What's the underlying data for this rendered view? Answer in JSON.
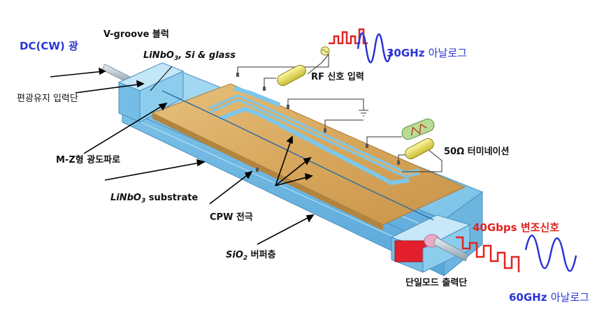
{
  "labels": {
    "dc_light": "DC(CW) 광",
    "vgroove": "V-groove 블럭",
    "block_material_a": "LiNbO",
    "block_material_sub": "3",
    "block_material_b": ", Si & glass",
    "rf_input": "RF 신호 입력",
    "analog_30_value": "30GHz",
    "analog_30_word": "아날로그",
    "polarization_input": "편광유지 입력단",
    "termination": "50Ω 터미네이션",
    "mz_waveguide": "M-Z형 광도파로",
    "substrate_a": "LiNbO",
    "substrate_sub": "3",
    "substrate_b": " substrate",
    "cpw_electrode": "CPW 전극",
    "modulated_signal_value": "40Gbps",
    "modulated_signal_word": "변조신호",
    "buffer_a": "SiO",
    "buffer_sub": "2",
    "buffer_b": " 버퍼층",
    "singlemode_output": "단일모드 출력단",
    "analog_60_value": "60GHz",
    "analog_60_word": "아날로그"
  },
  "colors": {
    "substrate_blue": "#8fd0ee",
    "electrode_gold": "#d8ac62",
    "rf_red": "#e0231f",
    "analog_blue": "#2a34d6",
    "connector_red": "#e41f2d",
    "resistor_yellow": "#ece25a",
    "resistor_green": "#b8dc94"
  }
}
